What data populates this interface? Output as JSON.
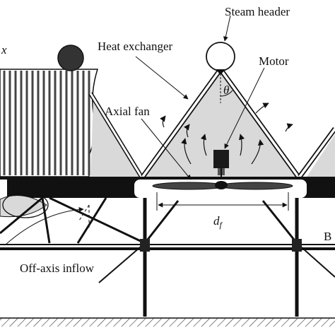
{
  "labels": {
    "steam_header": "Steam header",
    "heat_exchanger": "Heat exchanger",
    "motor": "Motor",
    "axial_fan": "Axial fan",
    "off_axis_inflow": "Off-axis inflow",
    "theta": "θ",
    "fan_diameter": "d",
    "fan_diameter_sub": "f",
    "x_axis": "x",
    "right_cut": "B"
  },
  "colors": {
    "panel_gray": "#d9d9d9",
    "black": "#111111",
    "background": "#ffffff"
  }
}
